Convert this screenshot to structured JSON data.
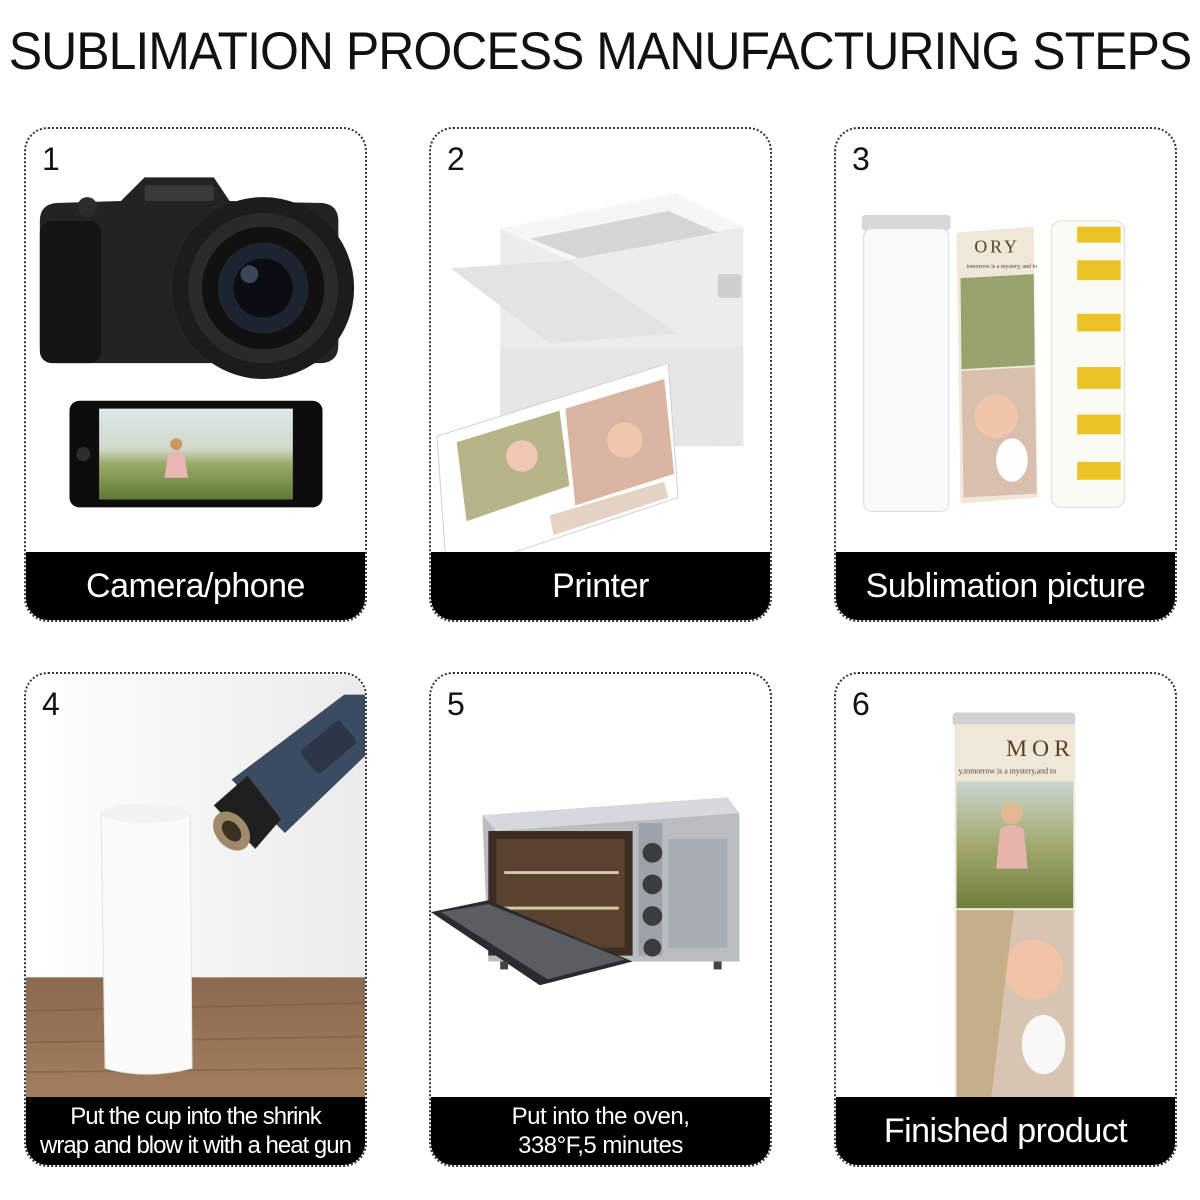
{
  "title": "SUBLIMATION PROCESS MANUFACTURING STEPS",
  "steps": [
    {
      "number": "1",
      "caption": "Camera/phone"
    },
    {
      "number": "2",
      "caption": "Printer"
    },
    {
      "number": "3",
      "caption": "Sublimation picture"
    },
    {
      "number": "4",
      "caption_line1": "Put the cup into the shrink",
      "caption_line2": "wrap and blow it with a heat gun"
    },
    {
      "number": "5",
      "caption_line1": "Put into the oven,",
      "caption_line2": "338°F,5 minutes"
    },
    {
      "number": "6",
      "caption": "Finished product"
    }
  ],
  "artwork_text": {
    "wrap_word": "ORY",
    "wrap_tagline": "tomorrow is a mystery, and to",
    "product_word": "MOR",
    "product_tagline": "y,tomorrow is a mystery,and to"
  },
  "colors": {
    "caption_bg": "#000000",
    "caption_text": "#ffffff",
    "tape": "#e8b800"
  }
}
